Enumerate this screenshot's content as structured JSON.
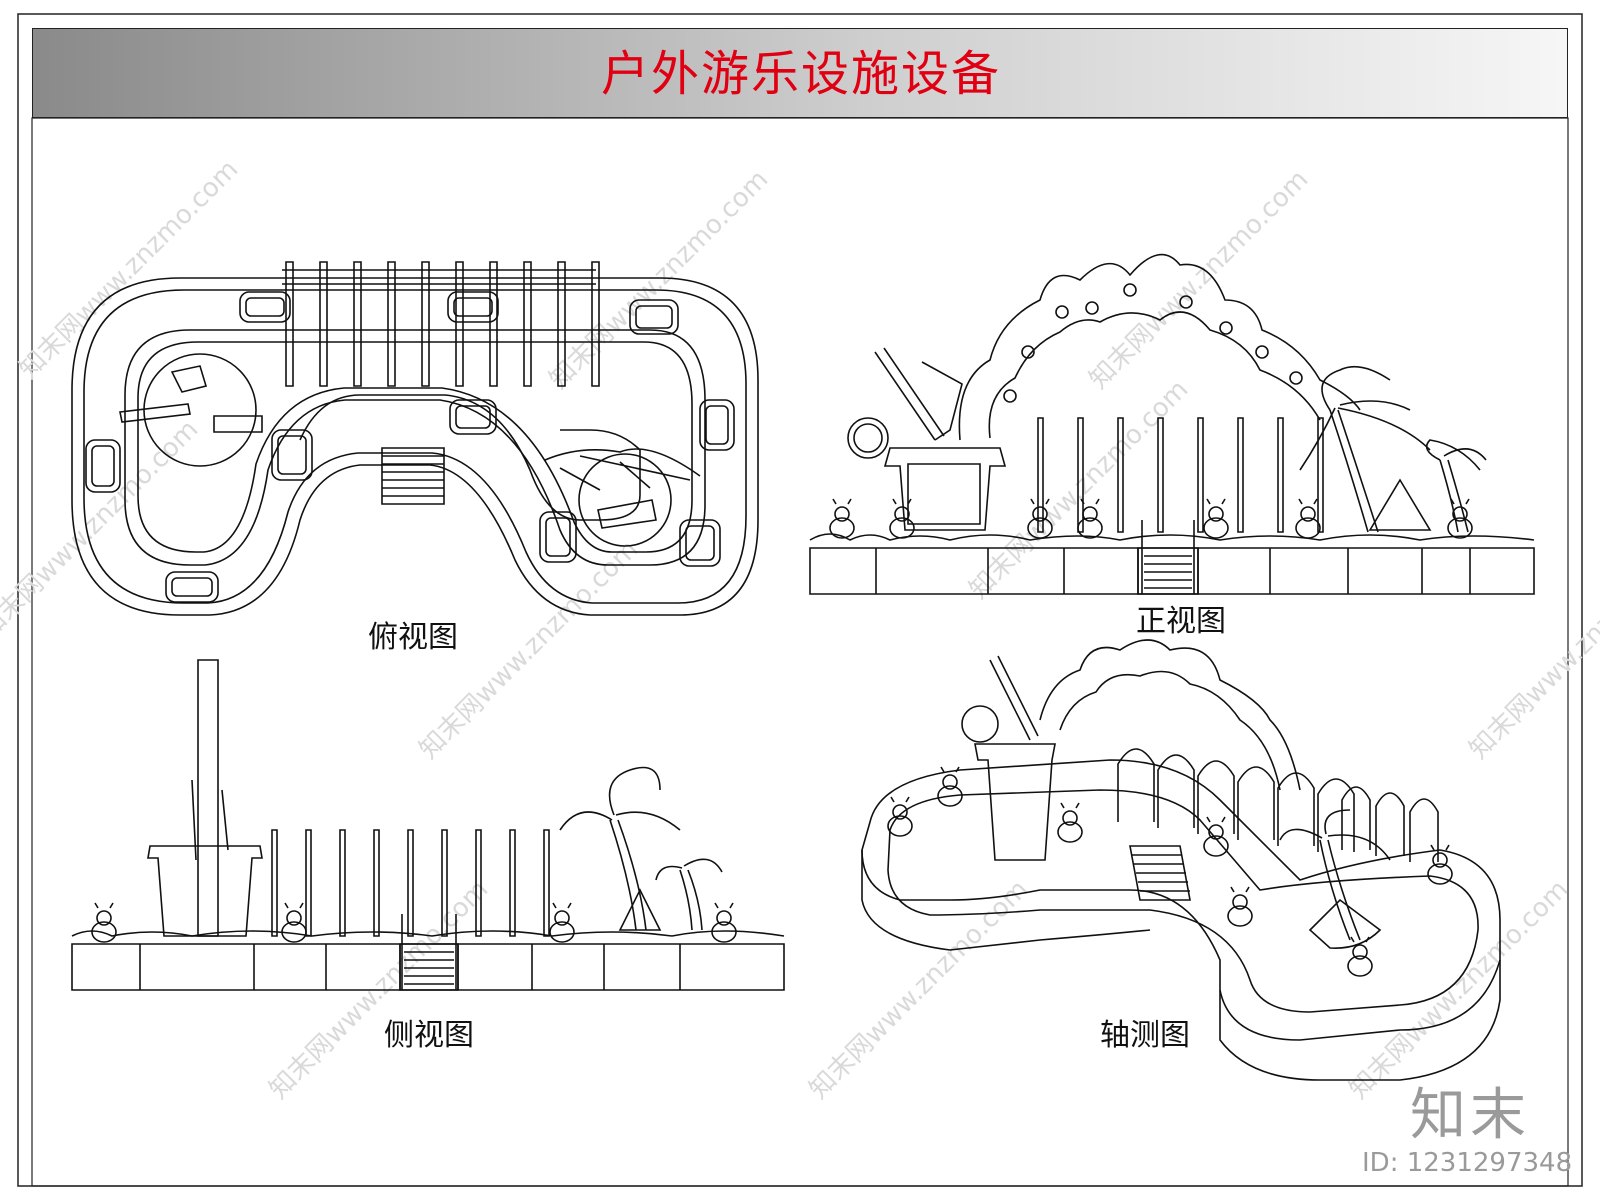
{
  "header": {
    "title": "户外游乐设施设备",
    "title_color": "#e00012"
  },
  "views": {
    "top": "俯视图",
    "front": "正视图",
    "side": "侧视图",
    "axon": "轴测图"
  },
  "brand": {
    "logo": "知末",
    "id": "ID: 1231297348"
  },
  "watermark": "知末网www.znzmo.com"
}
